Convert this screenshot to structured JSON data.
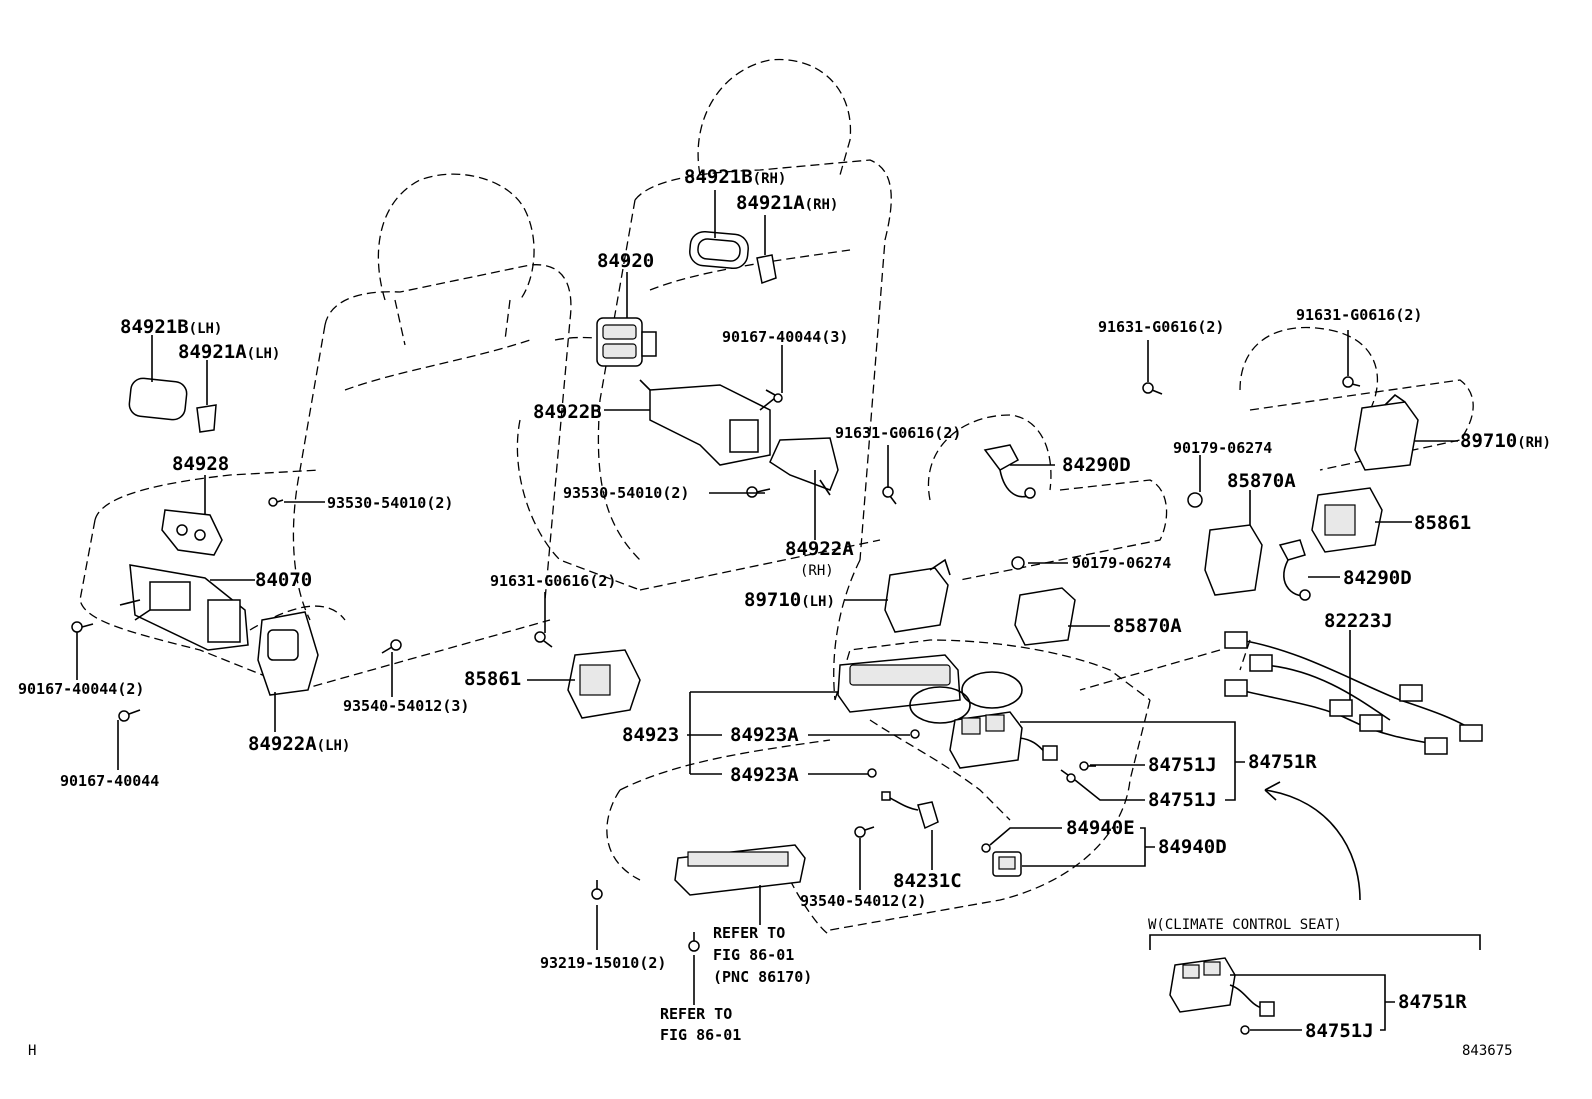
{
  "labels": {
    "p84921B_RH": "84921B",
    "p84921A_RH": "84921A",
    "rh": "(RH)",
    "lh": "(LH)",
    "p84920": "84920",
    "p90167_40044_3": "90167-40044(3)",
    "p84921B_LH": "84921B",
    "p84921A_LH": "84921A",
    "p84922B": "84922B",
    "p84928": "84928",
    "p93530_54010_a": "93530-54010(2)",
    "p93530_54010_b": "93530-54010(2)",
    "p84922A_RH": "84922A",
    "rh2": "(RH)",
    "p84070": "84070",
    "p91631_G0616_mid": "91631-G0616(2)",
    "p91631_G0616_left": "91631-G0616(2)",
    "p91631_G0616_r1": "91631-G0616(2)",
    "p91631_G0616_r2": "91631-G0616(2)",
    "p84290D_a": "84290D",
    "p84290D_b": "84290D",
    "p90179_06274_a": "90179-06274",
    "p90179_06274_b": "90179-06274",
    "p85870A_a": "85870A",
    "p85870A_b": "85870A",
    "p89710_RH": "89710",
    "p89710_LH": "89710",
    "p85861_a": "85861",
    "p85861_b": "85861",
    "p82223J": "82223J",
    "p90167_40044_2": "90167-40044(2)",
    "p93540_54012_3": "93540-54012(3)",
    "p84922A_LH": "84922A",
    "p90167_40044": "90167-40044",
    "p84923": "84923",
    "p84923A_a": "84923A",
    "p84923A_b": "84923A",
    "p84751J_a": "84751J",
    "p84751J_b": "84751J",
    "p84751R": "84751R",
    "p84940E": "84940E",
    "p84940D": "84940D",
    "p84231C": "84231C",
    "p93540_54012_2": "93540-54012(2)",
    "p93219_15010": "93219-15010(2)",
    "refer1_l1": "REFER TO",
    "refer1_l2": "FIG 86-01",
    "refer1_l3": "(PNC 86170)",
    "refer2_l1": "REFER TO",
    "refer2_l2": "FIG 86-01",
    "inset_title": "W(CLIMATE CONTROL SEAT)",
    "inset_84751R": "84751R",
    "inset_84751J": "84751J",
    "corner_h": "H",
    "diagram_id": "843675"
  }
}
